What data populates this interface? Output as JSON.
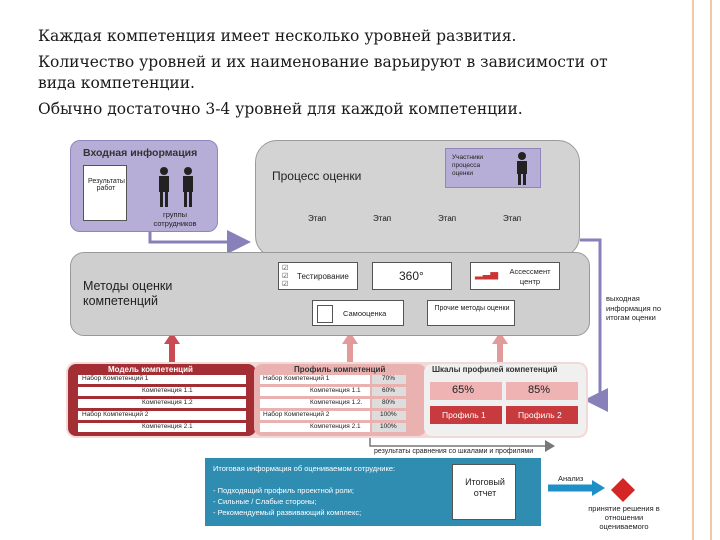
{
  "intro": [
    "Каждая компетенция имеет несколько уровней развития.",
    "Количество уровней и их наименование варьируют в зависимости от вида компетенции.",
    "Обычно достаточно 3-4 уровней для каждой компетенции."
  ],
  "input": {
    "title": "Входная информация",
    "doc": "Результаты работ",
    "groups": "группы сотрудников"
  },
  "process": {
    "title": "Процесс оценки",
    "participants": "Участники процесса оценки",
    "stages": [
      "Этап",
      "Этап",
      "Этап",
      "Этап"
    ]
  },
  "methods": {
    "title": "Методы оценки компетенций",
    "testing": "Тестирование",
    "degree360": "360°",
    "assessment": "Ассессмент центр",
    "self": "Самооценка",
    "other": "Прочие методы оценки"
  },
  "output_side": "выходная информация по итогам оценки",
  "model": {
    "title": "Модель компетенций",
    "rows": [
      "Набор Компетенций 1",
      "Компетенция 1.1",
      "Компетенция 1.2",
      "Набор Компетенций 2",
      "Компетенция 2.1"
    ]
  },
  "profile": {
    "title": "Профиль компетенций",
    "rows": [
      {
        "name": "Набор Компетенций 1",
        "value": "70%"
      },
      {
        "name": "Компетенция 1.1",
        "value": "60%"
      },
      {
        "name": "Компетенция 1.2.",
        "value": "80%"
      },
      {
        "name": "Набор Компетенций 2",
        "value": "100%"
      },
      {
        "name": "Компетенция 2.1",
        "value": "100%"
      }
    ]
  },
  "scales": {
    "title": "Шкалы профилей компетенций",
    "p1_value": "65%",
    "p2_value": "85%",
    "p1": "Профиль 1",
    "p2": "Профиль 2"
  },
  "compare_note": "результаты сравнения со шкалами и профилями",
  "summary": {
    "title": "Итоговая информация об оцениваемом сотруднике:",
    "items": [
      "- Подходящий профиль проектной роли;",
      "- Сильные / Слабые стороны;",
      "- Рекомендуемый развивающий комплекс;"
    ],
    "report": "Итоговый отчет"
  },
  "analysis": "Анализ",
  "decision": "принятие решения в отношении оцениваемого",
  "colors": {
    "lavender": "#b6aed6",
    "gray": "#c4c4c4",
    "teal": "#2f8db2",
    "darkred": "#a32e34",
    "red": "#c73a3d",
    "pink": "#eab1b1",
    "arrow_blue": "#1f8fc7"
  }
}
